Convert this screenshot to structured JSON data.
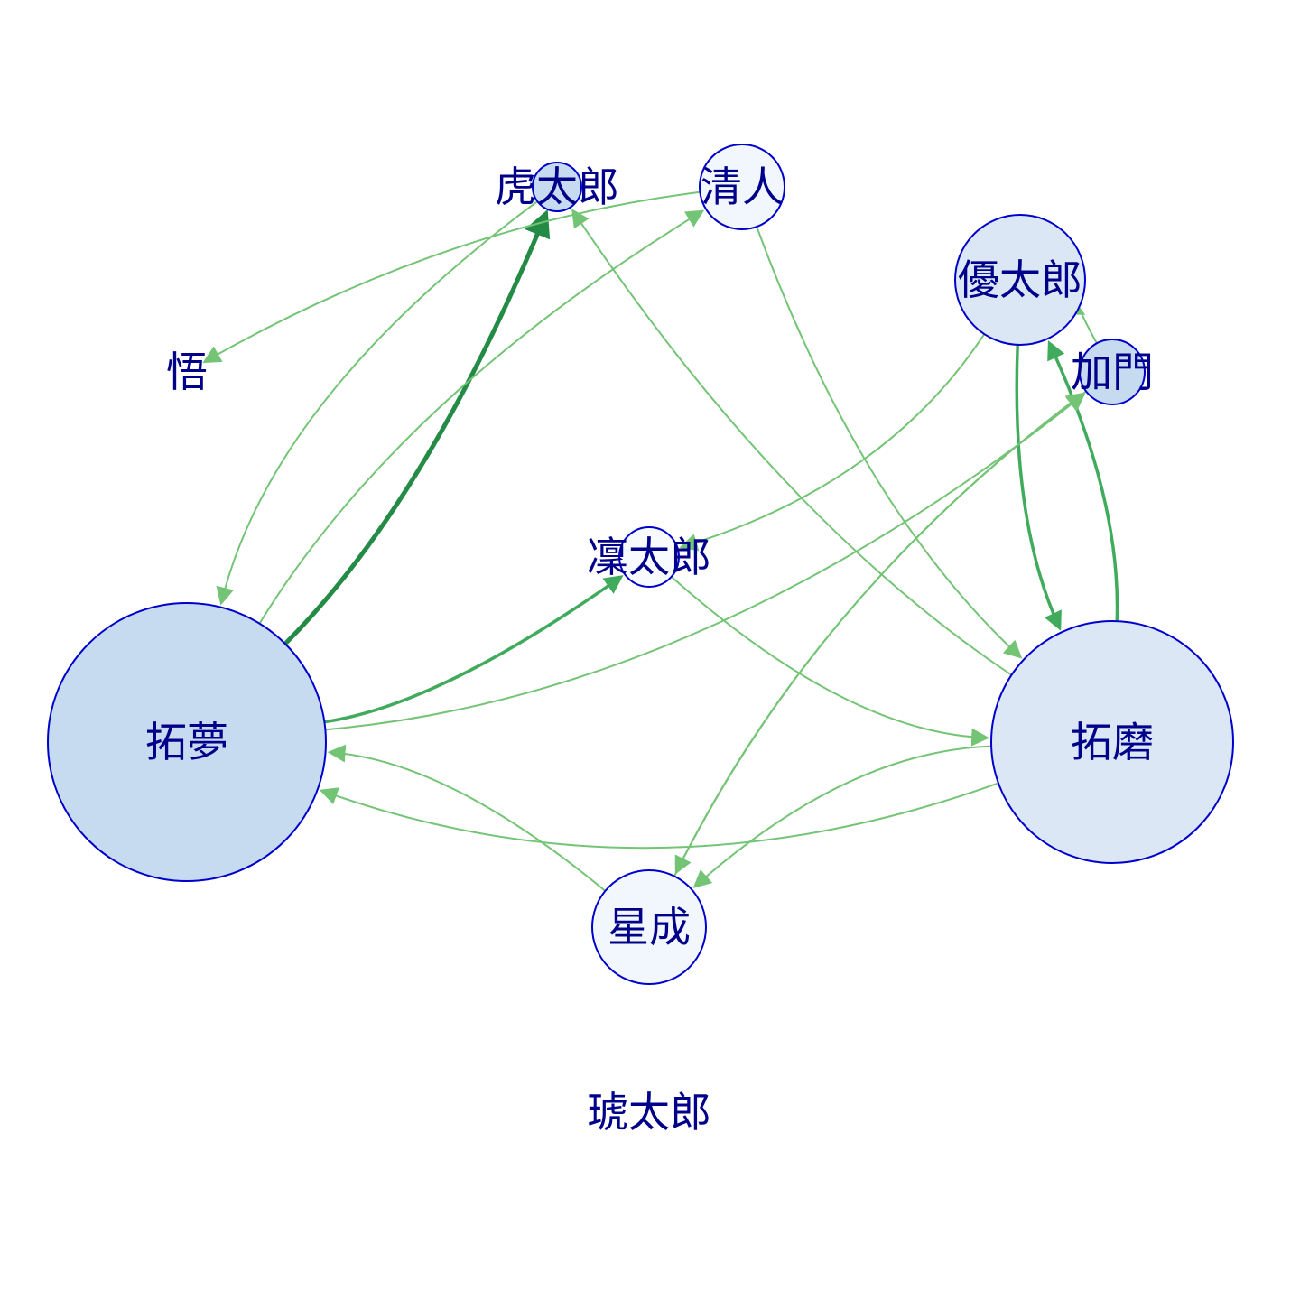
{
  "colors": {
    "node_border": "#0000CD",
    "label": "#00008B",
    "background": "#FFFFFF"
  },
  "nodes": [
    {
      "id": "takumu",
      "label": "拓夢",
      "fill": "#C6DBEF"
    },
    {
      "id": "takuma",
      "label": "拓磨",
      "fill": "#DCE7F5"
    },
    {
      "id": "yutaro",
      "label": "優太郎",
      "fill": "#DCE7F5"
    },
    {
      "id": "seinari",
      "label": "星成",
      "fill": "#F2F7FD"
    },
    {
      "id": "kiyoto",
      "label": "清人",
      "fill": "#F2F7FD"
    },
    {
      "id": "rintaro",
      "label": "凜太郎",
      "fill": "#F7FBFF"
    },
    {
      "id": "kamon",
      "label": "加門",
      "fill": "#C6DBEF"
    },
    {
      "id": "kotaro",
      "label": "虎太郎",
      "fill": "#C6DBEF"
    },
    {
      "id": "satoru",
      "label": "悟",
      "fill": null
    },
    {
      "id": "kotaro2",
      "label": "琥太郎",
      "fill": null
    }
  ],
  "edges": [
    {
      "from": "takumu",
      "to": "kotaro",
      "weight": 3,
      "color": "#238B45"
    },
    {
      "from": "takumu",
      "to": "rintaro",
      "weight": 2,
      "color": "#41AB5D"
    },
    {
      "from": "takuma",
      "to": "yutaro",
      "weight": 2,
      "color": "#41AB5D"
    },
    {
      "from": "yutaro",
      "to": "takuma",
      "weight": 2,
      "color": "#41AB5D"
    },
    {
      "from": "kotaro",
      "to": "takumu",
      "weight": 1,
      "color": "#74C476"
    },
    {
      "from": "takumu",
      "to": "kiyoto",
      "weight": 1,
      "color": "#74C476"
    },
    {
      "from": "kiyoto",
      "to": "satoru",
      "weight": 1,
      "color": "#74C476"
    },
    {
      "from": "kiyoto",
      "to": "takuma",
      "weight": 1,
      "color": "#74C476"
    },
    {
      "from": "takuma",
      "to": "kotaro",
      "weight": 1,
      "color": "#74C476"
    },
    {
      "from": "yutaro",
      "to": "rintaro",
      "weight": 1,
      "color": "#74C476"
    },
    {
      "from": "takumu",
      "to": "kamon",
      "weight": 1,
      "color": "#74C476"
    },
    {
      "from": "kamon",
      "to": "yutaro",
      "weight": 1,
      "color": "#74C476"
    },
    {
      "from": "kamon",
      "to": "seinari",
      "weight": 1,
      "color": "#74C476"
    },
    {
      "from": "seinari",
      "to": "kamon",
      "weight": 1,
      "color": "#74C476"
    },
    {
      "from": "rintaro",
      "to": "takuma",
      "weight": 1,
      "color": "#74C476"
    },
    {
      "from": "takuma",
      "to": "takumu",
      "weight": 1,
      "color": "#74C476"
    },
    {
      "from": "seinari",
      "to": "takumu",
      "weight": 1,
      "color": "#74C476"
    },
    {
      "from": "takuma",
      "to": "seinari",
      "weight": 1,
      "color": "#74C476"
    }
  ]
}
